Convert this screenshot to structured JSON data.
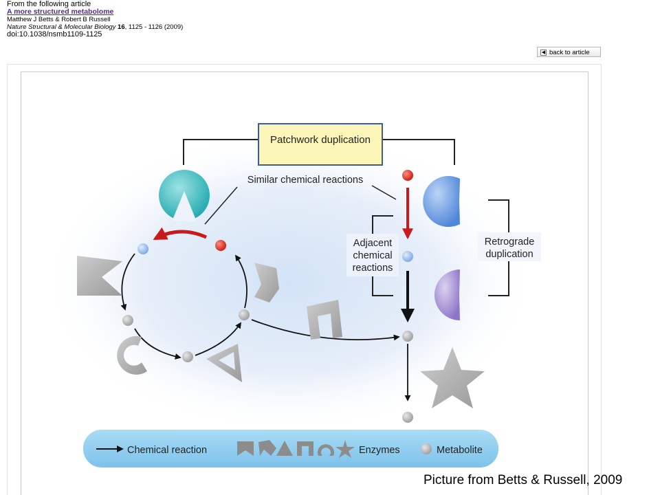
{
  "article": {
    "from_label": "From the following article",
    "title": "A more structured metabolome",
    "authors": "Matthew J Betts & Robert B Russell",
    "journal_name": "Nature Structural & Molecular Biology",
    "journal_volume": "16",
    "journal_pages": ", 1125 - 1126 (2009)",
    "doi": "doi:10.1038/nsmb1109-1125"
  },
  "back_button": {
    "label": "back to article"
  },
  "diagram": {
    "patchwork_label": "Patchwork duplication",
    "similar_reactions_label": "Similar chemical reactions",
    "adjacent_line1": "Adjacent",
    "adjacent_line2": "chemical",
    "adjacent_line3": "reactions",
    "retrograde_line1": "Retrograde",
    "retrograde_line2": "duplication",
    "legend": {
      "reaction_label": "Chemical reaction",
      "enzymes_label": "Enzymes",
      "metabolite_label": "Metabolite"
    },
    "colors": {
      "teal_enzyme": "#2fb3b8",
      "blue_enzyme": "#6f9fe3",
      "purple_enzyme": "#a791d6",
      "red_metabolite": "#d9281c",
      "blue_metabolite": "#8ab4ec",
      "grey_metabolite": "#b4b4b4",
      "red_arrow": "#c81a1a",
      "legend_bar": "#8fcdf0"
    }
  },
  "credit": "Picture from Betts & Russell, 2009"
}
